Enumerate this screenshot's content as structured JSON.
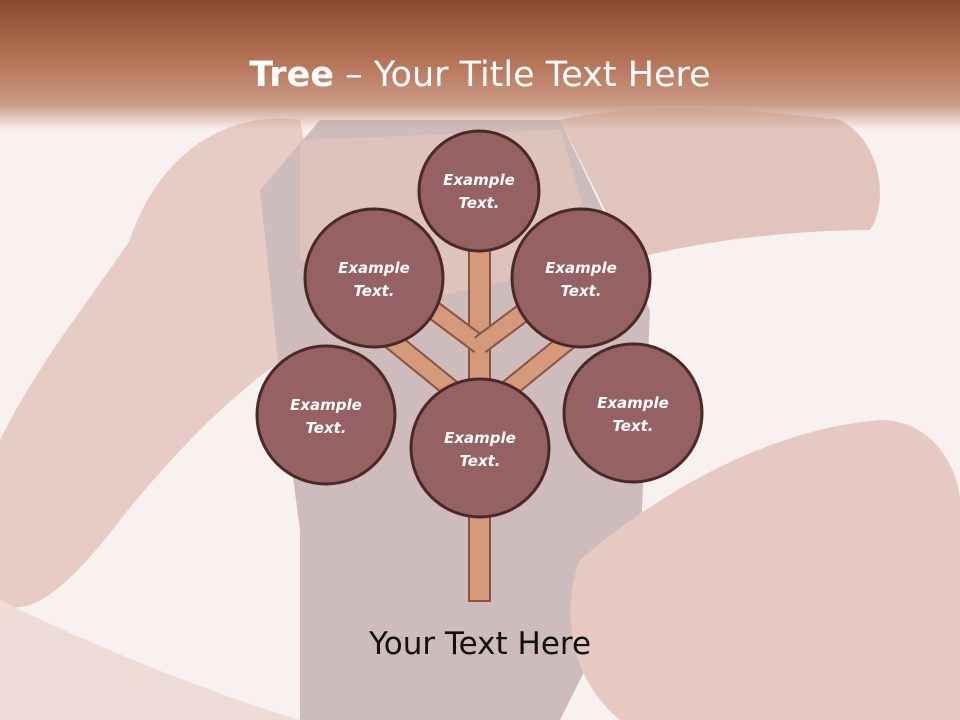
{
  "slide": {
    "title_bold": "Tree",
    "title_dash": " – ",
    "title_rest": "Your Title Text Here",
    "caption": "Your Text Here"
  },
  "diagram": {
    "nodes": [
      {
        "line1": "Example",
        "line2": "Text."
      },
      {
        "line1": "Example",
        "line2": "Text."
      },
      {
        "line1": "Example",
        "line2": "Text."
      },
      {
        "line1": "Example",
        "line2": "Text."
      },
      {
        "line1": "Example",
        "line2": "Text."
      },
      {
        "line1": "Example",
        "line2": "Text."
      }
    ]
  },
  "colors": {
    "header": "#9a5638",
    "node_fill": "#956163",
    "node_stroke": "#4a2a26",
    "branch_fill": "#d59a7c",
    "branch_stroke": "#8a5440"
  }
}
